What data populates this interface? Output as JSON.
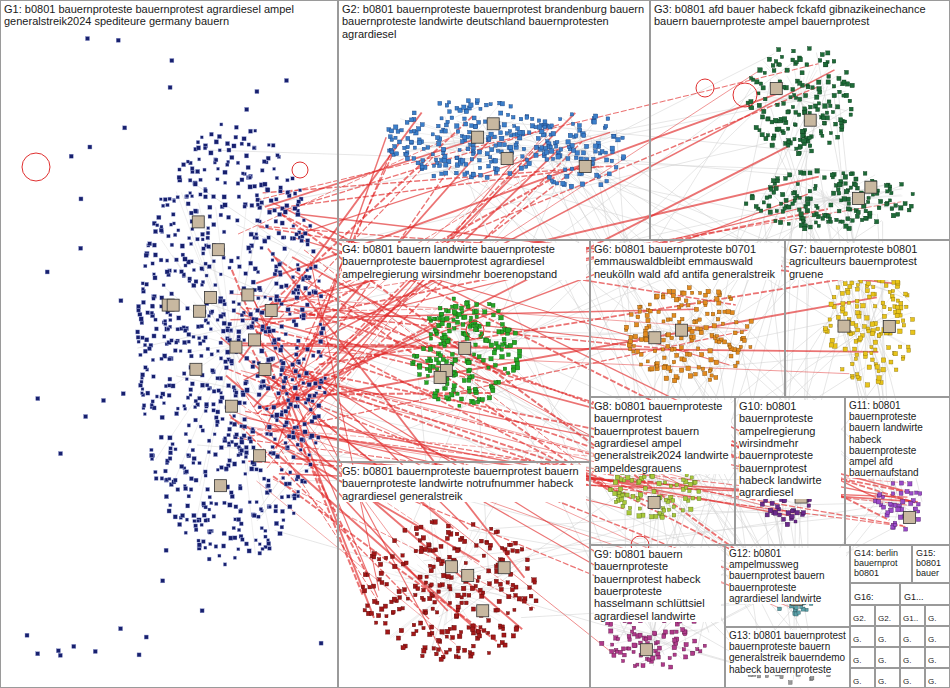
{
  "diagram": {
    "nodes": [
      {
        "text": [
          "G1: b0801 bauernproteste bauernprotest agrardiesel ampel generalstreik2024 spediteure germany bauern"
        ]
      },
      {
        "text": [
          "G2: b0801 bauernproteste bauernprotest brandenburg bauern bauernproteste landwirte deutschland bauernprotesten agrardiesel"
        ]
      },
      {
        "text": [
          "G3: b0801 afd bauer habeck fckafd gibnazikeinechance bauern bauernproteste ampel bauernprotest"
        ]
      },
      {
        "text": [
          "G4: b0801 bauern landwirte bauernproteste bauernproteste bauernprotest agrardiesel ampelregierung wirsindmehr boerenopstand"
        ]
      },
      {
        "text": [
          "G5: b0801 bauernproteste bauernprotest bauern bauernproteste landwirte notrufnummer habeck agrardiesel generalstreik"
        ]
      },
      {
        "text": [
          "G6: b0801 bauernproteste b0701 emmauswaldbleibt emmauswald neukölln wald afd antifa generalstreik"
        ]
      },
      {
        "text": [
          "G7: bauernproteste b0801 agriculteurs bauernprotest gruene"
        ]
      },
      {
        "text": [
          "G8: b0801 bauernproteste bauernprotest bauernprotest bauern agrardiesel ampel generalstreik2024 landwirte ampeldesgrauens"
        ]
      },
      {
        "text": [
          "G9: b0801 bauern bauernproteste bauernprotest habeck bauerproteste hasselmann schlüttsiel agrardiesel landwirte"
        ]
      },
      {
        "text": [
          "G10: b0801 bauernproteste ampelregierung wirsindmehr bauernproteste bauernprotest habeck landwirte agrardiesel"
        ]
      },
      {
        "text": [
          "G11: b0801 bauernproteste bauern landwirte habeck bauernproteste ampel afd bauernaufstand"
        ]
      },
      {
        "text": [
          "G12: b0801 ampelmussweg bauernprotest bauern bauernproteste agrardiesel landwirte"
        ]
      },
      {
        "text": [
          "G13: b0801 bauernprotest bauernproteste bauern generalstreik bauerndemo habeck bauernproteste"
        ]
      },
      {
        "text": [
          "G14: berlin bauernprot b0801"
        ]
      },
      {
        "text": [
          "G15: b0801 bauer"
        ]
      },
      {
        "text": [
          "G16:"
        ]
      },
      {
        "text": [
          "G1..."
        ]
      },
      {
        "text": [
          "G2."
        ]
      },
      {
        "text": [
          "G2."
        ]
      },
      {
        "text": [
          "G1.."
        ]
      },
      {
        "text": [
          "G."
        ]
      },
      {
        "text": [
          "G."
        ]
      },
      {
        "text": [
          "G."
        ]
      },
      {
        "text": [
          "G."
        ]
      },
      {
        "text": [
          "G."
        ]
      },
      {
        "text": [
          "G."
        ]
      },
      {
        "text": [
          "G."
        ]
      },
      {
        "text": [
          "G."
        ]
      },
      {
        "text": [
          "G."
        ]
      },
      {
        "text": [
          "G."
        ]
      },
      {
        "text": [
          "G."
        ]
      },
      {
        "text": [
          "G."
        ]
      },
      {
        "text": [
          "G."
        ]
      }
    ]
  }
}
